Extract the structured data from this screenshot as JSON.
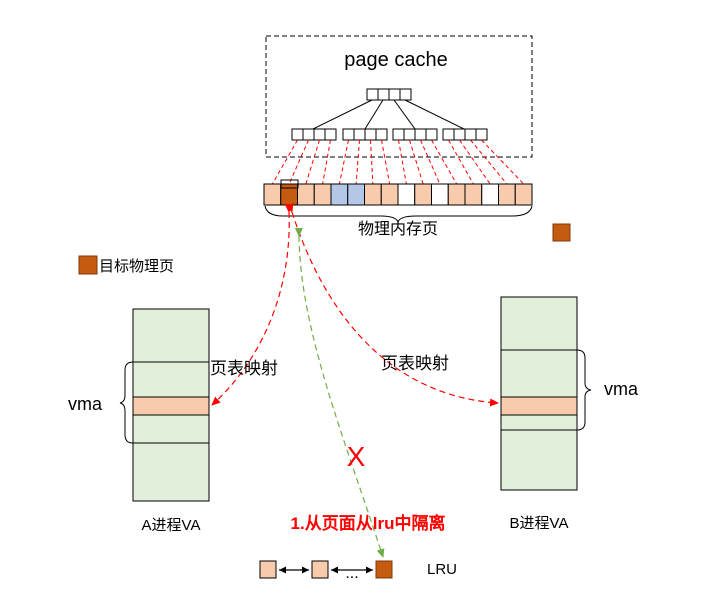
{
  "page_cache": {
    "label": "page cache"
  },
  "physical_pages": {
    "label": "物理内存页",
    "cells": [
      "peach",
      "target",
      "peach",
      "peach",
      "blue",
      "blue",
      "peach",
      "peach",
      "white",
      "peach",
      "white",
      "peach",
      "peach",
      "white",
      "peach",
      "peach"
    ]
  },
  "legend": {
    "label": "目标物理页"
  },
  "proc_a": {
    "label": "A进程VA",
    "vma_label": "vma",
    "mapping_label": "页表映射"
  },
  "proc_b": {
    "label": "B进程VA",
    "vma_label": "vma",
    "mapping_label": "页表映射"
  },
  "isolate": {
    "label": "1.从页面从lru中隔离",
    "mark": "X"
  },
  "lru": {
    "label": "LRU",
    "ellipsis": "..."
  },
  "colors": {
    "peach": "#f8cbad",
    "target": "#c55a11",
    "blue": "#b4c7e7",
    "vma_green": "#e2efda",
    "mapping_arrow": "#ff0000",
    "isolate_arrow": "#70ad47"
  }
}
